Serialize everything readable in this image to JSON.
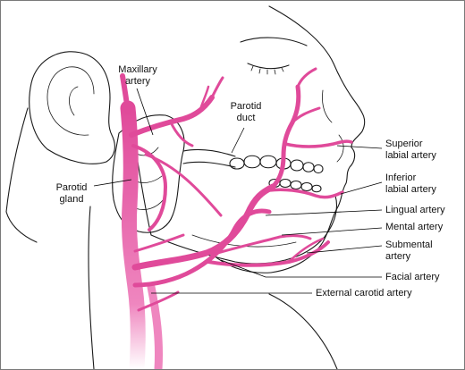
{
  "colors": {
    "artery": "#e04a9a",
    "artery_light": "#f4b3d6",
    "outline": "#1a1a1a",
    "label": "#111111",
    "frame": "#7a7a7a"
  },
  "labels": {
    "maxillary_artery_1": "Maxillary",
    "maxillary_artery_2": "artery",
    "parotid_duct_1": "Parotid",
    "parotid_duct_2": "duct",
    "parotid_gland_1": "Parotid",
    "parotid_gland_2": "gland",
    "superior_labial_1": "Superior",
    "superior_labial_2": "labial artery",
    "inferior_labial_1": "Inferior",
    "inferior_labial_2": "labial artery",
    "lingual": "Lingual artery",
    "mental": "Mental artery",
    "submental_1": "Submental",
    "submental_2": "artery",
    "facial": "Facial artery",
    "external_carotid": "External carotid artery"
  }
}
